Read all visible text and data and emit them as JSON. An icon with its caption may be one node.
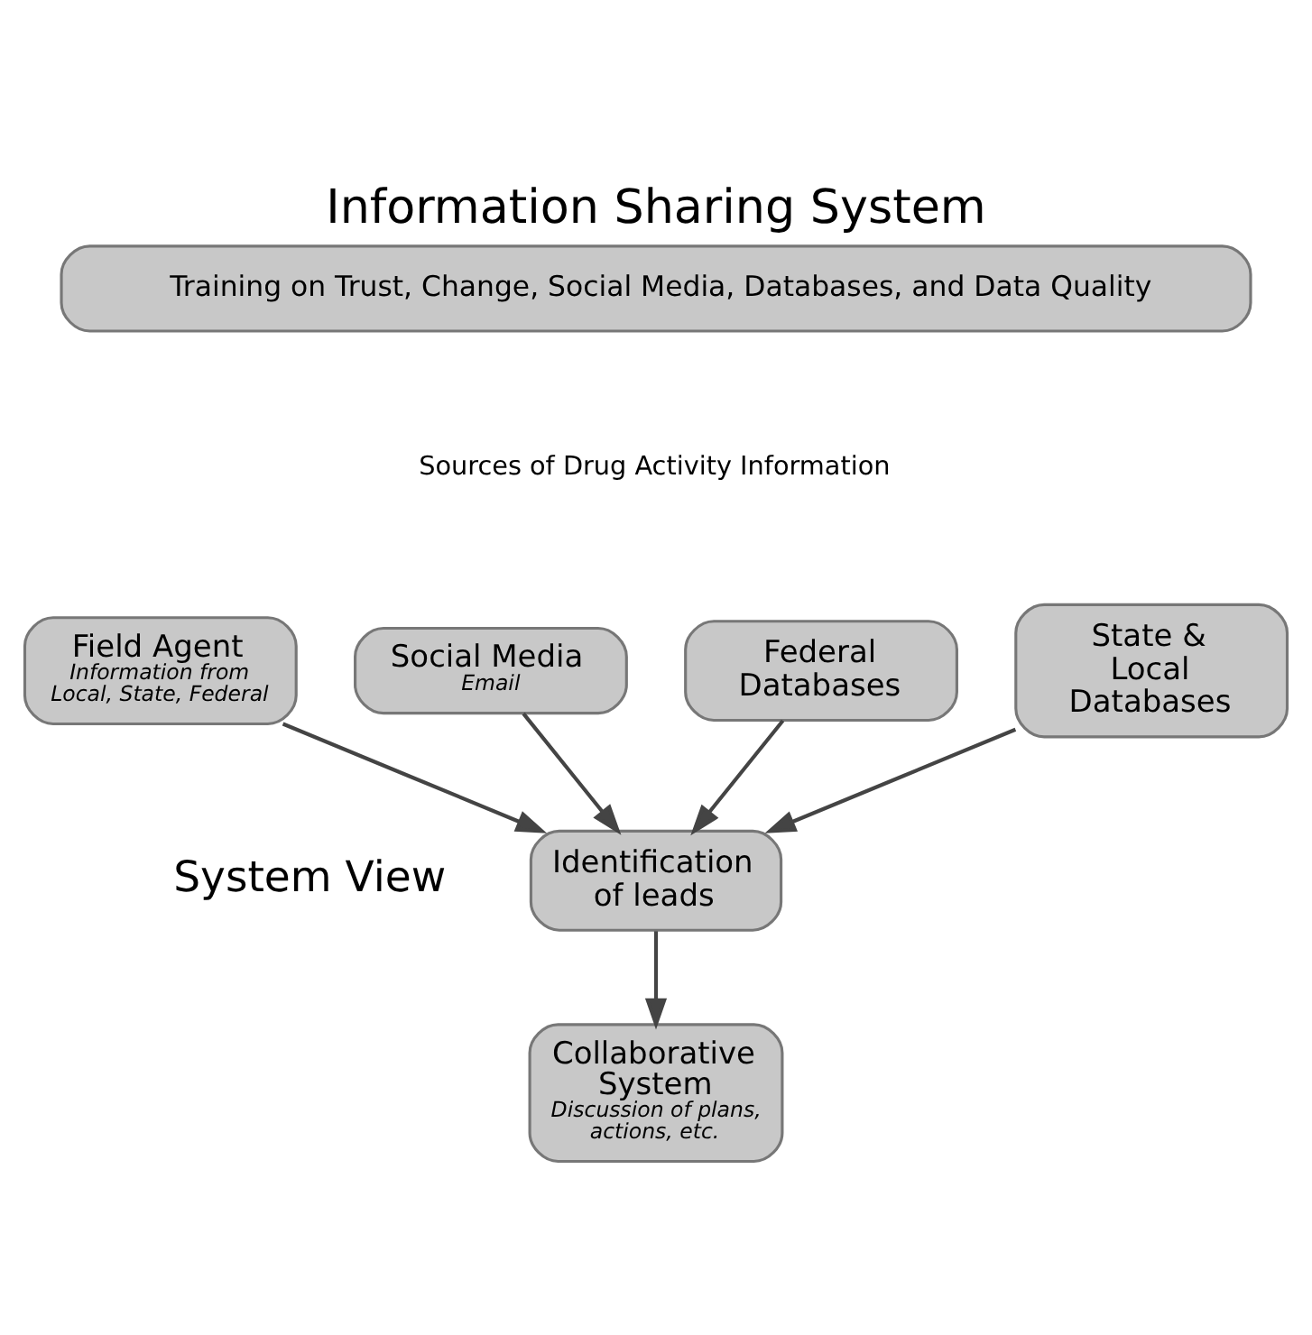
{
  "diagram": {
    "title": "Information Sharing System",
    "nodes": [
      {
        "text": [
          "Training on Trust, Change, Social Media, Databases, and Data Quality"
        ]
      },
      {
        "text": [
          "Field Agent",
          "Information from Local, State, Federal"
        ]
      },
      {
        "text": [
          "Social Media",
          "Email"
        ]
      },
      {
        "text": [
          "Federal Databases"
        ]
      },
      {
        "text": [
          "State & Local Databases"
        ]
      },
      {
        "text": [
          "Identification of leads"
        ]
      },
      {
        "text": [
          "Collaborative System",
          "Discussion of plans, actions, etc."
        ]
      }
    ],
    "edges": [
      {
        "from": 1,
        "to": 5,
        "arrow": "to"
      },
      {
        "from": 2,
        "to": 5,
        "arrow": "to"
      },
      {
        "from": 3,
        "to": 5,
        "arrow": "to"
      },
      {
        "from": 4,
        "to": 5,
        "arrow": "to"
      },
      {
        "from": 5,
        "to": 6,
        "arrow": "to"
      }
    ],
    "labels": [
      "Sources of Drug Activity Information",
      "System View"
    ]
  }
}
